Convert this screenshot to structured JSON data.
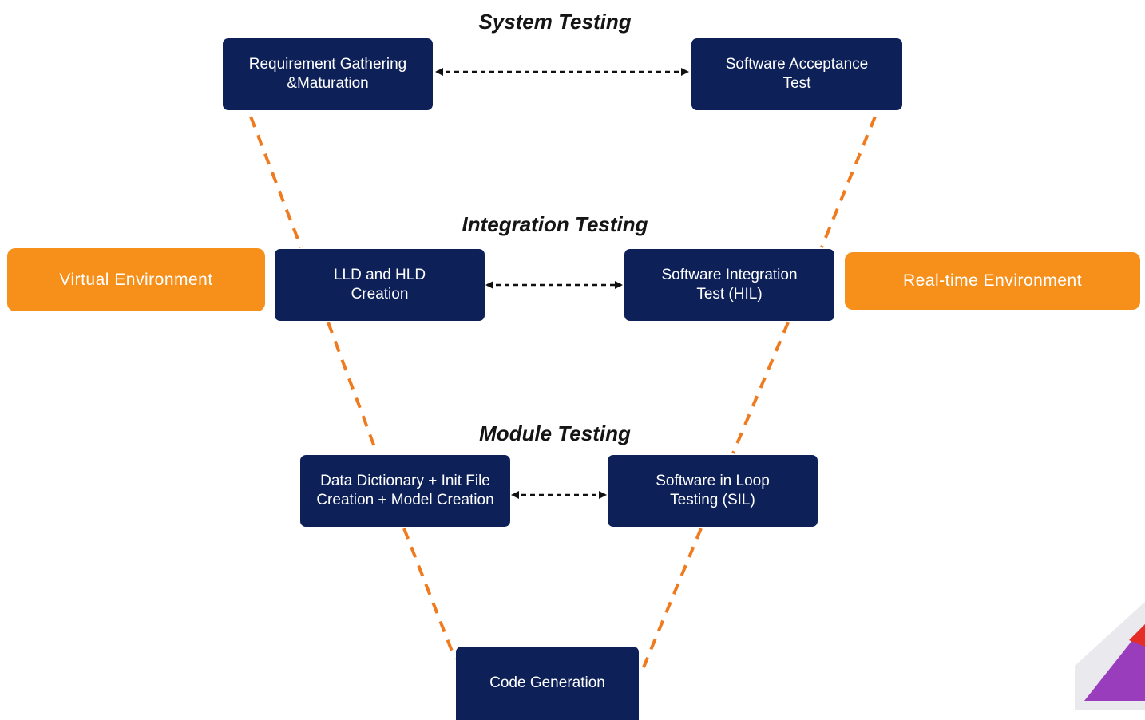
{
  "colors": {
    "box_fill": "#0d2058",
    "env_fill": "#f6901a",
    "dashed_connector": "#f07a1e",
    "arrow": "#111111"
  },
  "stages": {
    "system": {
      "title": "System Testing",
      "left_box": "Requirement Gathering\n&Maturation",
      "right_box": "Software Acceptance\nTest"
    },
    "integration": {
      "title": "Integration Testing",
      "left_box": "LLD and HLD\nCreation",
      "right_box": "Software Integration\nTest (HIL)"
    },
    "module": {
      "title": "Module Testing",
      "left_box": "Data Dictionary + Init File\nCreation + Model Creation",
      "right_box": "Software in Loop\nTesting (SIL)"
    }
  },
  "bottom_box": "Code Generation",
  "environments": {
    "left": "Virtual Environment",
    "right": "Real-time Environment"
  }
}
